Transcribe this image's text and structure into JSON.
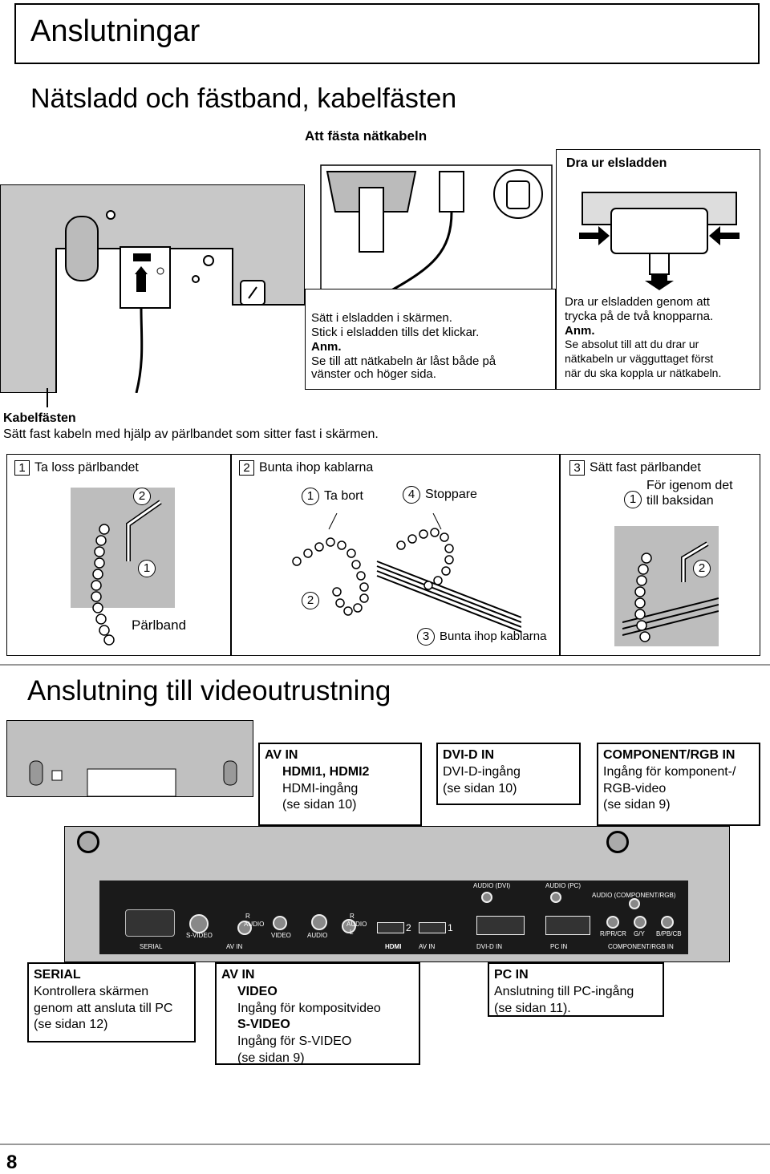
{
  "page": {
    "title": "Anslutningar",
    "section1_title": "Nätsladd och fästband, kabelfästen",
    "page_number": "8"
  },
  "attach": {
    "heading": "Att fästa nätkabeln",
    "line1": "Sätt i elsladden i skärmen.",
    "line2": "Stick i elsladden tills det klickar.",
    "note_label": "Anm.",
    "note_text_1": "Se till att nätkabeln är låst både på",
    "note_text_2": "vänster och höger sida."
  },
  "unplug": {
    "heading": "Dra ur elsladden",
    "line1": "Dra ur elsladden genom att",
    "line2": "trycka på de två knopparna.",
    "note_label": "Anm.",
    "note_text_1": "Se absolut till att du drar ur",
    "note_text_2": "nätkabeln ur vägguttaget först",
    "note_text_3": "när du ska koppla ur nätkabeln."
  },
  "cable_clamp": {
    "heading": "Kabelfästen",
    "description": "Sätt fast kabeln med hjälp av pärlbandet som sitter fast i skärmen.",
    "step1": {
      "num": "1",
      "label": "Ta loss pärlbandet",
      "c2": "2",
      "c1": "1",
      "part": "Pärlband"
    },
    "step2": {
      "num": "2",
      "label": "Bunta ihop kablarna",
      "c1": "1",
      "c1_label": "Ta bort",
      "c4": "4",
      "c4_label": "Stoppare",
      "c2": "2",
      "c3": "3",
      "c3_label": "Bunta ihop kablarna"
    },
    "step3": {
      "num": "3",
      "label": "Sätt fast pärlbandet",
      "c1": "1",
      "c1_label_1": "För igenom det",
      "c1_label_2": "till baksidan",
      "c2": "2"
    }
  },
  "video": {
    "title": "Anslutning till videoutrustning",
    "av_in_top": {
      "title": "AV IN",
      "sub": "HDMI1, HDMI2",
      "line1": "HDMI-ingång",
      "line2": "(se sidan 10)"
    },
    "dvi": {
      "title": "DVI-D IN",
      "line1": "DVI-D-ingång",
      "line2": "(se sidan 10)"
    },
    "component": {
      "title": "COMPONENT/RGB IN",
      "line1": "Ingång för komponent-/",
      "line2": "RGB-video",
      "line3": "(se sidan 9)"
    },
    "serial": {
      "title": "SERIAL",
      "line1": "Kontrollera skärmen",
      "line2": "genom att ansluta till PC",
      "line3": "(se sidan 12)"
    },
    "av_in_bottom": {
      "title": "AV IN",
      "video": "VIDEO",
      "video_desc": "Ingång för kompositvideo",
      "svideo": "S-VIDEO",
      "svideo_desc": "Ingång för S-VIDEO",
      "ref": "(se sidan 9)"
    },
    "pc": {
      "title": "PC IN",
      "line1": "Anslutning till PC-ingång",
      "line2": "(se sidan 11)."
    },
    "panel_labels": {
      "serial": "SERIAL",
      "svideo": "S-VIDEO",
      "video": "VIDEO",
      "audio": "AUDIO",
      "av_in": "AV IN",
      "r": "R",
      "l": "L",
      "hdmi": "HDMI",
      "hdmi2": "2",
      "hdmi1": "1",
      "audio_dvi": "AUDIO (DVI)",
      "audio_pc": "AUDIO (PC)",
      "audio_comp": "AUDIO (COMPONENT/RGB)",
      "dvi_in": "DVI-D IN",
      "pc_in": "PC IN",
      "comp_in": "COMPONENT/RGB IN",
      "rpr": "R/PR/CR",
      "gy": "G/Y",
      "bpb": "B/PB/CB"
    }
  }
}
